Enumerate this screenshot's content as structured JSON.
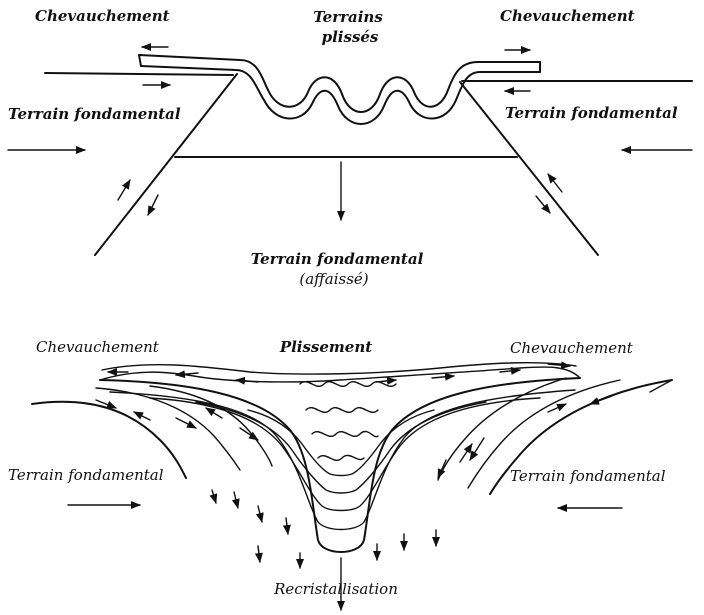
{
  "top_diagram": {
    "overthrust_left": "Chevauchement",
    "overthrust_right": "Chevauchement",
    "folded_terrain_line1": "Terrains",
    "folded_terrain_line2": "plissés",
    "basement_left": "Terrain fondamental",
    "basement_right": "Terrain fondamental",
    "basement_center_line1": "Terrain fondamental",
    "basement_center_line2": "(affaissé)"
  },
  "bottom_diagram": {
    "overthrust_left": "Chevauchement",
    "folding": "Plissement",
    "overthrust_right": "Chevauchement",
    "basement_left": "Terrain fondamental",
    "basement_right": "Terrain fondamental",
    "recrystallization": "Recristallisation"
  }
}
